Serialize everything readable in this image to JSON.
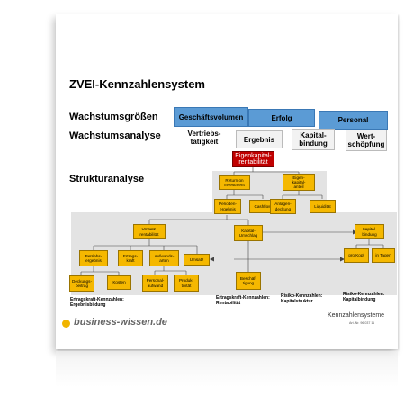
{
  "title": "ZVEI-Kennzahlensystem",
  "rows": {
    "wachstumsgroessen": "Wachstumsgrößen",
    "wachstumsanalyse": "Wachstumsanalyse",
    "strukturanalyse": "Strukturanalyse"
  },
  "growth_items": [
    "Geschäftsvolumen",
    "Erfolg",
    "Personal"
  ],
  "analysis_items": [
    "Vertriebs-\ntätigkeit",
    "Ergebnis",
    "Kapital-\nbindung",
    "Wert-\nschöpfung"
  ],
  "top_node": "Eigenkapital-\nrentabilität",
  "nodes": {
    "roi": "Return on\nInvestment",
    "eigenkapitalanteil": "Eigen-\nkapital-\nanteil",
    "periodenergebnis": "Perioden-\nergebnis",
    "cashflow": "Cashflow",
    "anlagendeckung": "Anlagen-\ndeckung",
    "liquiditaet": "Liquidität",
    "umsatzrentabilitaet": "Umsatz-\nrentabilität",
    "kapitalumschlag": "Kapital-\nUmschlag",
    "kapitalbindung": "Kapital-\nbindung",
    "betriebsergebnis": "Betriebs-\nergebnis",
    "ertragskraft": "Ertrags-\nkraft",
    "aufwandsarten": "Aufwands-\narten",
    "umsatz": "Umsatz",
    "deckungsbeitrag": "Deckungs-\nbeitrag",
    "kosten": "Kosten",
    "personalaufwand": "Personal-\naufwand",
    "produktivitaet": "Produk-\ntivität",
    "beschaeftigung": "Beschäf-\ntigung",
    "pro_kopf": "pro Kopf",
    "in_tagen": "in Tagen"
  },
  "captions": {
    "ertragskraft_ergebnis": "Ertragskraft-Kennzahlen:\nErgebnisbildung",
    "ertragskraft_rentabilitaet": "Ertragskraft-Kennzahlen:\nRentabilität",
    "risiko_kapitalstruktur": "Risiko-Kennzahlen:\nKapitalstruktur",
    "risiko_kapitalbindung": "Risiko-Kennzahlen:\nKapitalbindung"
  },
  "footer": {
    "brand": "business-wissen.de",
    "doc_title": "Kennzahlensysteme",
    "article_no": "Art.-Nr. 96 037 11"
  },
  "colors": {
    "growth_blue": "#5b9bd5",
    "node_gold": "#f5b800",
    "top_red": "#c00000",
    "logo_dot": "#f0b400"
  }
}
